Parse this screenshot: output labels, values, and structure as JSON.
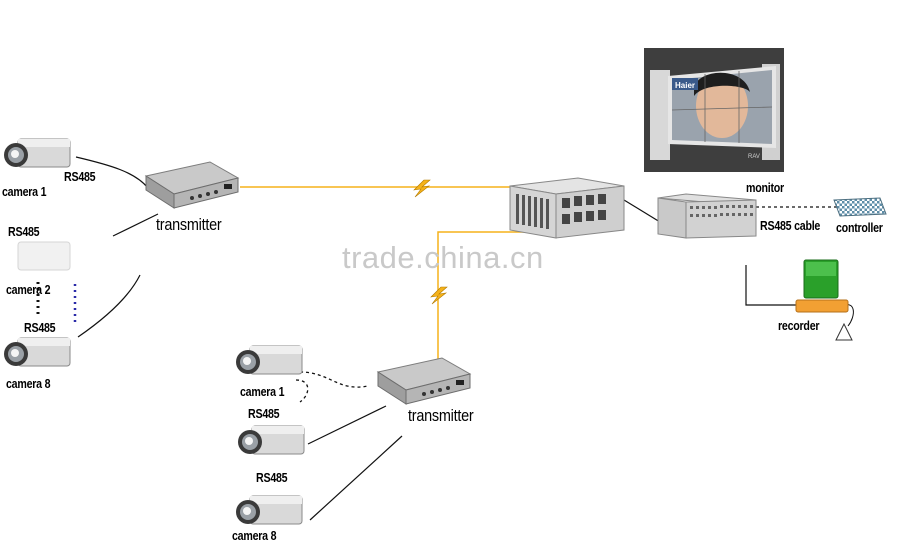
{
  "watermark": "trade.china.cn",
  "left_group": {
    "camera_1_label": "camera 1",
    "rs485_a": "RS485",
    "rs485_b": "RS485",
    "camera_2_label": "camera 2",
    "rs485_c": "RS485",
    "camera_8_label": "camera 8",
    "transmitter_label": "transmitter"
  },
  "bottom_group": {
    "camera_1_label": "camera 1",
    "rs485_a": "RS485",
    "rs485_b": "RS485",
    "camera_8_label": "camera 8",
    "transmitter_label": "transmitter"
  },
  "right_group": {
    "monitor_label": "monitor",
    "rs485_cable_label": "RS485 cable",
    "controller_label": "controller",
    "recorder_label": "recorder",
    "screen_brand": "Haier",
    "screen_corner": "RAV RAIL"
  },
  "colors": {
    "fiber": "#f5b21a",
    "wire": "#111111",
    "dots_blue": "#2a2aa8",
    "recorder_green": "#2aa02a",
    "recorder_orange": "#f2a033"
  }
}
